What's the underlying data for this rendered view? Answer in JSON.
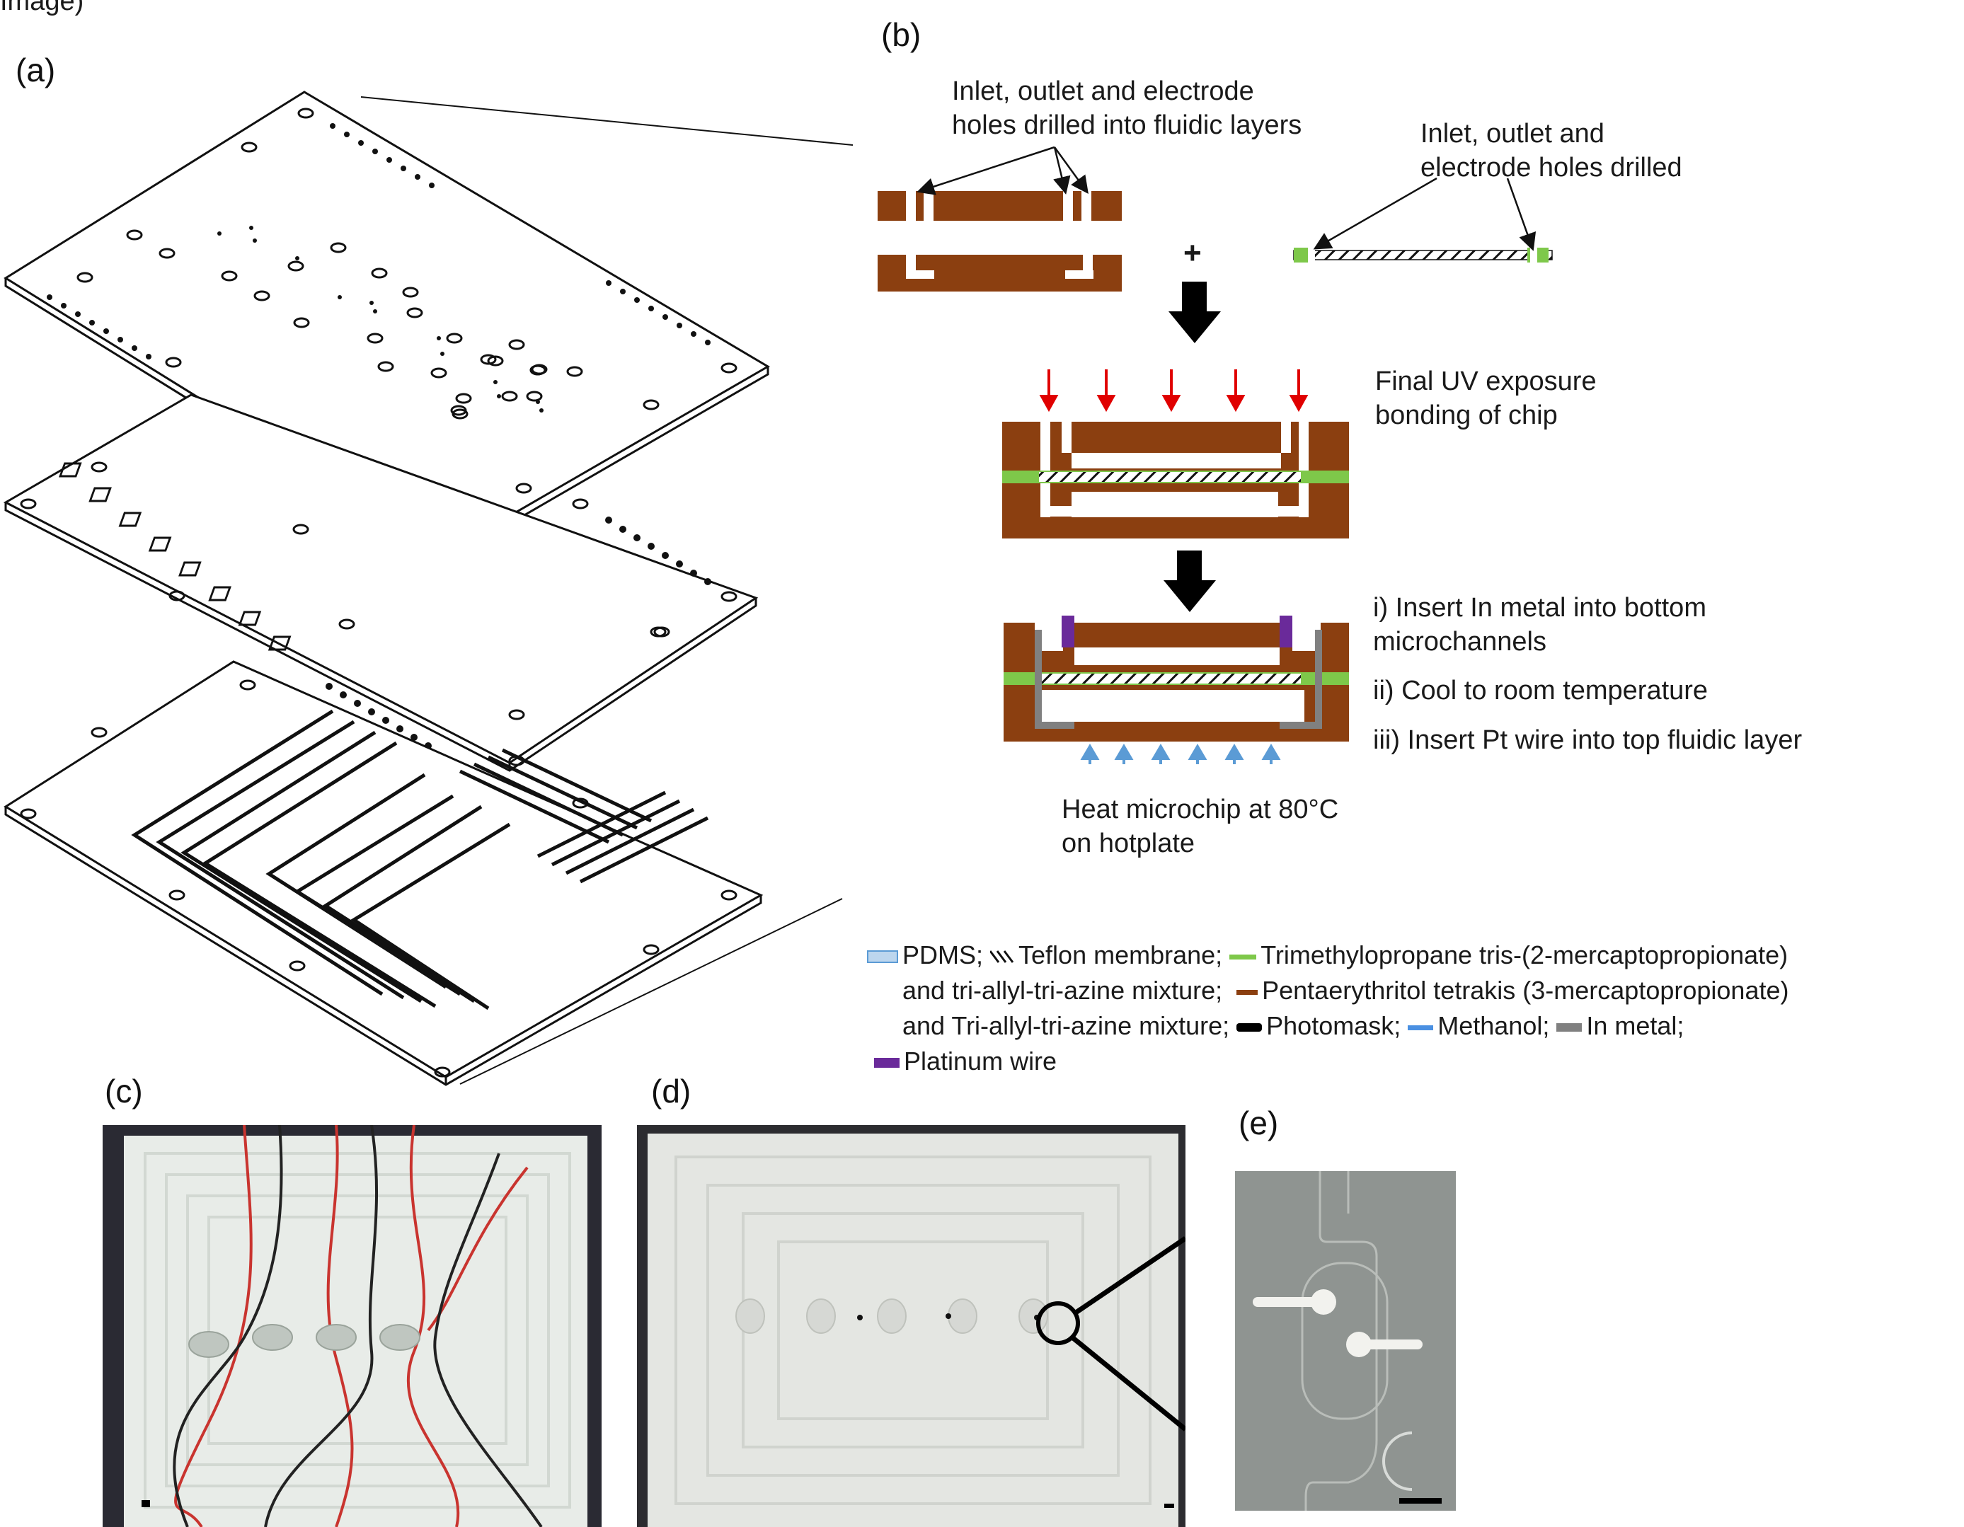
{
  "header": {
    "fragment": "Image)"
  },
  "panels": {
    "a": "(a)",
    "b": "(b)",
    "c": "(c)",
    "d": "(d)",
    "e": "(e)"
  },
  "process": {
    "drill_fluidic": [
      "Inlet, outlet and electrode",
      "holes drilled into fluidic layers"
    ],
    "drill_membrane": [
      "Inlet, outlet and",
      "electrode holes drilled"
    ],
    "plus": "+",
    "uv": [
      "Final UV exposure",
      "bonding of chip"
    ],
    "steps": [
      "i) Insert In metal into bottom",
      "microchannels",
      "ii) Cool to room temperature",
      "iii) Insert Pt wire into top fluidic layer"
    ],
    "heat": [
      "Heat microchip at 80°C",
      "on hotplate"
    ]
  },
  "legend": {
    "line1": [
      {
        "label": "PDMS;",
        "swatch": "pdms",
        "color": "#bcd6ee"
      },
      {
        "label": "Teflon membrane;",
        "swatch": "hatch",
        "color": "#111111"
      },
      {
        "label": "Trimethylopropane tris-(2-mercaptopropionate)",
        "swatch": "bar",
        "color": "#7ec84a"
      }
    ],
    "line2": [
      {
        "label": "and tri-allyl-tri-azine mixture;",
        "swatch": "none"
      },
      {
        "label": "Pentaerythritol tetrakis (3-mercaptopropionate)",
        "swatch": "bar",
        "color": "#8b3f10"
      }
    ],
    "line3": [
      {
        "label": "and Tri-allyl-tri-azine mixture;",
        "swatch": "none"
      },
      {
        "label": "Photomask;",
        "swatch": "bar",
        "color": "#000000"
      },
      {
        "label": "Methanol;",
        "swatch": "bar",
        "color": "#4a90e2"
      },
      {
        "label": "In metal;",
        "swatch": "bar",
        "color": "#808080"
      }
    ],
    "line4": [
      {
        "label": "Platinum wire",
        "swatch": "bar",
        "color": "#6a2a9a"
      }
    ]
  },
  "colors": {
    "fluidic": "#8b3f10",
    "adhesive": "#7ec84a",
    "uv_arrow": "#e00000",
    "heat_arrow": "#5b9bd5",
    "in_metal": "#808080",
    "platinum": "#6a2a9a"
  }
}
